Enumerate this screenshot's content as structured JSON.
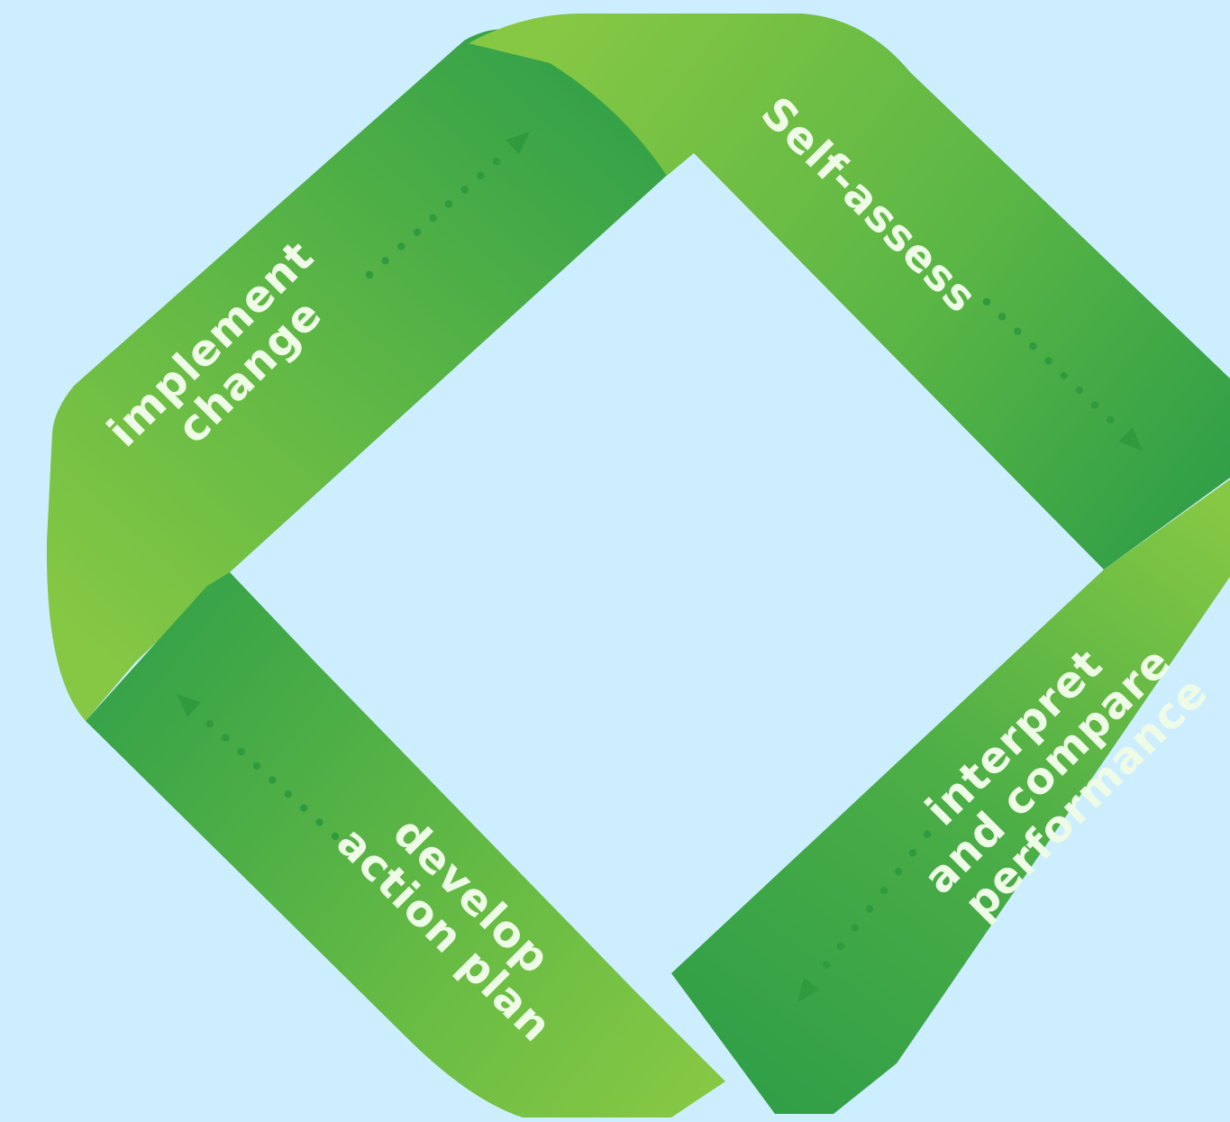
{
  "diagram": {
    "type": "cycle",
    "steps": [
      {
        "lines": [
          "Self-assess"
        ]
      },
      {
        "lines": [
          "interpret",
          "and compare",
          "performance"
        ]
      },
      {
        "lines": [
          "develop",
          "action plan"
        ]
      },
      {
        "lines": [
          "implement",
          "change"
        ]
      }
    ]
  },
  "colors": {
    "background": "#cdeeff",
    "band_light": "#7cc242",
    "band_dark": "#3aa548",
    "text": "#eefbe6",
    "arrow": "#2f9a3e"
  }
}
